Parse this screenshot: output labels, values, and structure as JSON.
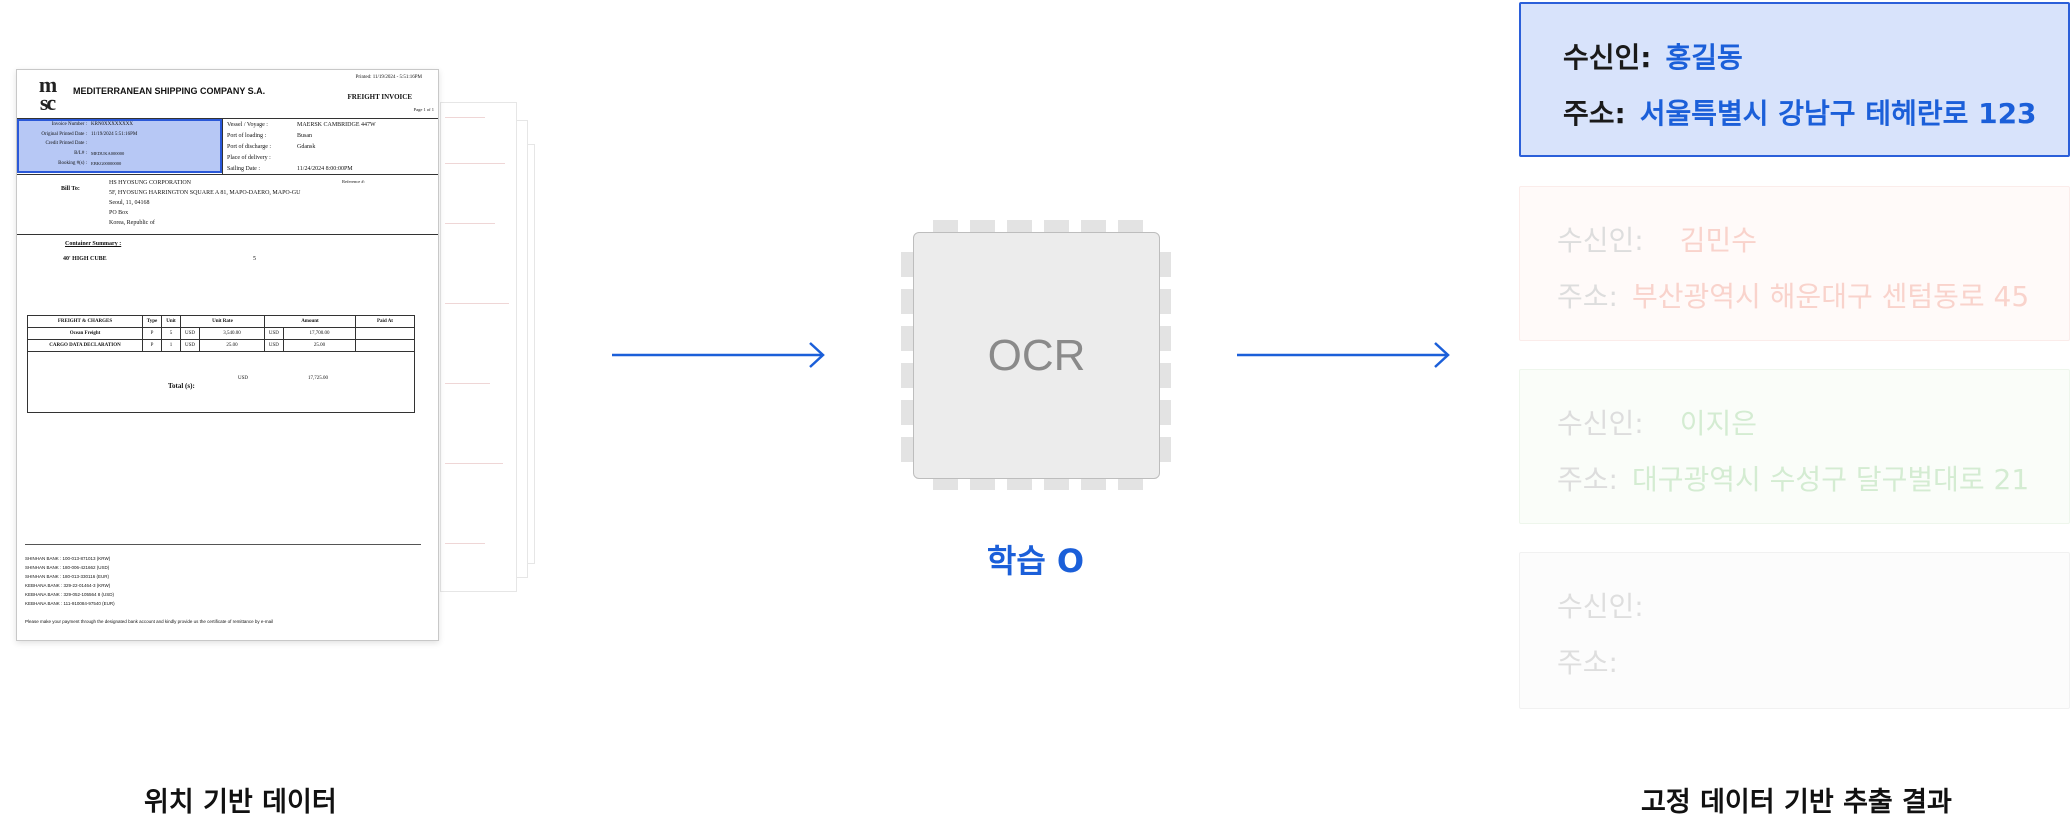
{
  "document": {
    "header_right_print": "Printed: 11/19/2024 - 5:51:16PM",
    "company": "MEDITERRANEAN SHIPPING COMPANY S.A.",
    "doc_title": "FREIGHT INVOICE",
    "page": "Page 1 of 1",
    "fields_left": [
      {
        "label": "Invoice Number :",
        "value": "KRN0XXXXXXXX"
      },
      {
        "label": "Original Printed Date :",
        "value": "11/19/2024   5:51:16PM"
      },
      {
        "label": "Credit Printed Date :",
        "value": ""
      },
      {
        "label": "B/L# :",
        "value": "MEDUKA000000"
      },
      {
        "label": "Booking #(s) :",
        "value": "EBKG00000000"
      }
    ],
    "fields_right": [
      {
        "label": "Vessel / Voyage :",
        "value": "MAERSK CAMBRIDGE   447W"
      },
      {
        "label": "Port of loading :",
        "value": "Busan"
      },
      {
        "label": "Port of discharge :",
        "value": "Gdansk"
      },
      {
        "label": "Place of delivery :",
        "value": ""
      },
      {
        "label": "Sailing Date :",
        "value": "11/24/2024   8:00:00PM"
      }
    ],
    "bill_to_label": "Bill To:",
    "bill_to_lines": [
      "HS HYOSUNG CORPORATION",
      "5F, HYOSUNG HARRINGTON SQUARE A 81, MAPO-DAERO, MAPO-GU",
      "Seoul, 11, 04168",
      "PO Box",
      "Korea, Republic of"
    ],
    "reference": "Reference #:",
    "container_summary_label": "Container Summary :",
    "container_type": "40' HIGH CUBE",
    "container_count": "5",
    "table_headers": [
      "FREIGHT & CHARGES",
      "Type",
      "Unit",
      "Unit Rate",
      "Amount",
      "Paid At"
    ],
    "table_rows": [
      [
        "Ocean Freight",
        "P",
        "5",
        "USD",
        "3,540.00",
        "USD",
        "17,700.00"
      ],
      [
        "CARGO DATA DECLARATION",
        "P",
        "1",
        "USD",
        "25.00",
        "USD",
        "25.00"
      ]
    ],
    "total_label": "Total (s):",
    "total_currency": "USD",
    "total_amount": "17,725.00",
    "bank_lines": [
      "SHINHAN BANK : 100-013-871013 (KRW)",
      "SHINHAN BANK : 180-006-421662 (USD)",
      "SHINHAN BANK : 180-013-330116 (EUR)",
      "KEBHANA BANK : 329-22-01464-3 (KRW)",
      "KEBHANA BANK : 329-052-105564 8 (USD)",
      "KEBHANA BANK : 111-910084-97540 (EUR)"
    ],
    "footer_note": "Please make your payment through the designated bank account and kindly provide us the certificate of remittance by e-mail"
  },
  "chip": {
    "label": "OCR"
  },
  "training": {
    "label": "학습 O"
  },
  "results": [
    {
      "recipient_label": "수신인:",
      "recipient": "홍길동",
      "address_label": "주소:",
      "address": "서울특별시 강남구 테헤란로 123"
    },
    {
      "recipient_label": "수신인:",
      "recipient": "김민수",
      "address_label": "주소:",
      "address": "부산광역시 해운대구 센텀동로 45"
    },
    {
      "recipient_label": "수신인:",
      "recipient": "이지은",
      "address_label": "주소:",
      "address": "대구광역시 수성구 달구벌대로 21"
    },
    {
      "recipient_label": "수신인:",
      "recipient": "",
      "address_label": "주소:",
      "address": ""
    }
  ],
  "captions": {
    "left": "위치 기반 데이터",
    "right": "고정 데이터 기반 추출 결과"
  },
  "colors": {
    "accent": "#1b5fd9",
    "highlight_fill": "#b7c8f5",
    "card2_value": "#f9d3cc",
    "card3_value": "#d4ecd2"
  }
}
